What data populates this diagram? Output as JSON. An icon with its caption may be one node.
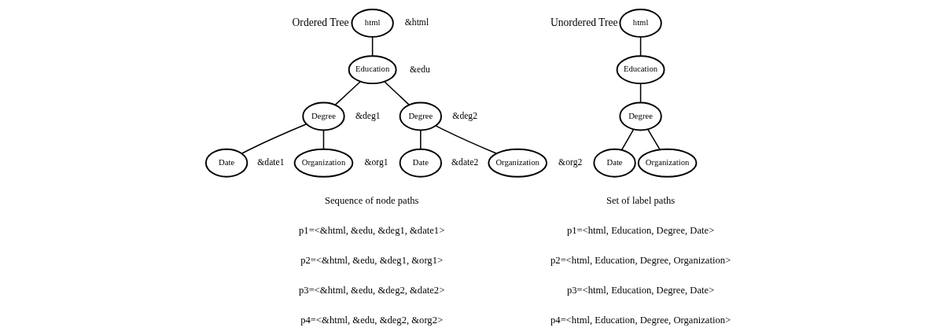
{
  "diagram": {
    "nodes": [
      {
        "text": [
          "html"
        ],
        "beside": [
          "&html"
        ]
      },
      {
        "text": [
          "Education"
        ],
        "beside": [
          "&edu"
        ]
      },
      {
        "text": [
          "Degree"
        ],
        "beside": [
          "&deg1"
        ]
      },
      {
        "text": [
          "Date"
        ],
        "beside": [
          "&date1"
        ]
      },
      {
        "text": [
          "Organization"
        ],
        "beside": [
          "&org1"
        ]
      },
      {
        "text": [
          "Degree"
        ],
        "beside": [
          "&deg2"
        ]
      },
      {
        "text": [
          "Date"
        ],
        "beside": [
          "&date2"
        ]
      },
      {
        "text": [
          "Organization"
        ],
        "beside": [
          "&org2"
        ]
      },
      {
        "text": [
          "html"
        ]
      },
      {
        "text": [
          "Education"
        ]
      },
      {
        "text": [
          "Degree"
        ]
      },
      {
        "text": [
          "Date"
        ]
      },
      {
        "text": [
          "Organization"
        ]
      }
    ],
    "edges": [
      {
        "from": 0,
        "to": 1,
        "arrow": "none"
      },
      {
        "from": 1,
        "to": 2,
        "arrow": "none"
      },
      {
        "from": 1,
        "to": 5,
        "arrow": "none"
      },
      {
        "from": 2,
        "to": 3,
        "arrow": "none"
      },
      {
        "from": 2,
        "to": 4,
        "arrow": "none"
      },
      {
        "from": 5,
        "to": 6,
        "arrow": "none"
      },
      {
        "from": 5,
        "to": 7,
        "arrow": "none"
      },
      {
        "from": 8,
        "to": 9,
        "arrow": "none"
      },
      {
        "from": 9,
        "to": 10,
        "arrow": "none"
      },
      {
        "from": 10,
        "to": 11,
        "arrow": "none"
      },
      {
        "from": 10,
        "to": 12,
        "arrow": "none"
      }
    ],
    "labels": [
      "Ordered Tree",
      "Unordered Tree",
      "Sequence of node paths",
      "p1=<&html, &edu, &deg1, &date1>",
      "p2=<&html, &edu, &deg1, &org1>",
      "p3=<&html, &edu, &deg2, &date2>",
      "p4=<&html, &edu, &deg2, &org2>",
      "Set of label paths",
      "p1=<html, Education, Degree, Date>",
      "p2=<html, Education, Degree, Organization>",
      "p3=<html, Education, Degree, Date>",
      "p4=<html, Education, Degree, Organization>"
    ]
  }
}
